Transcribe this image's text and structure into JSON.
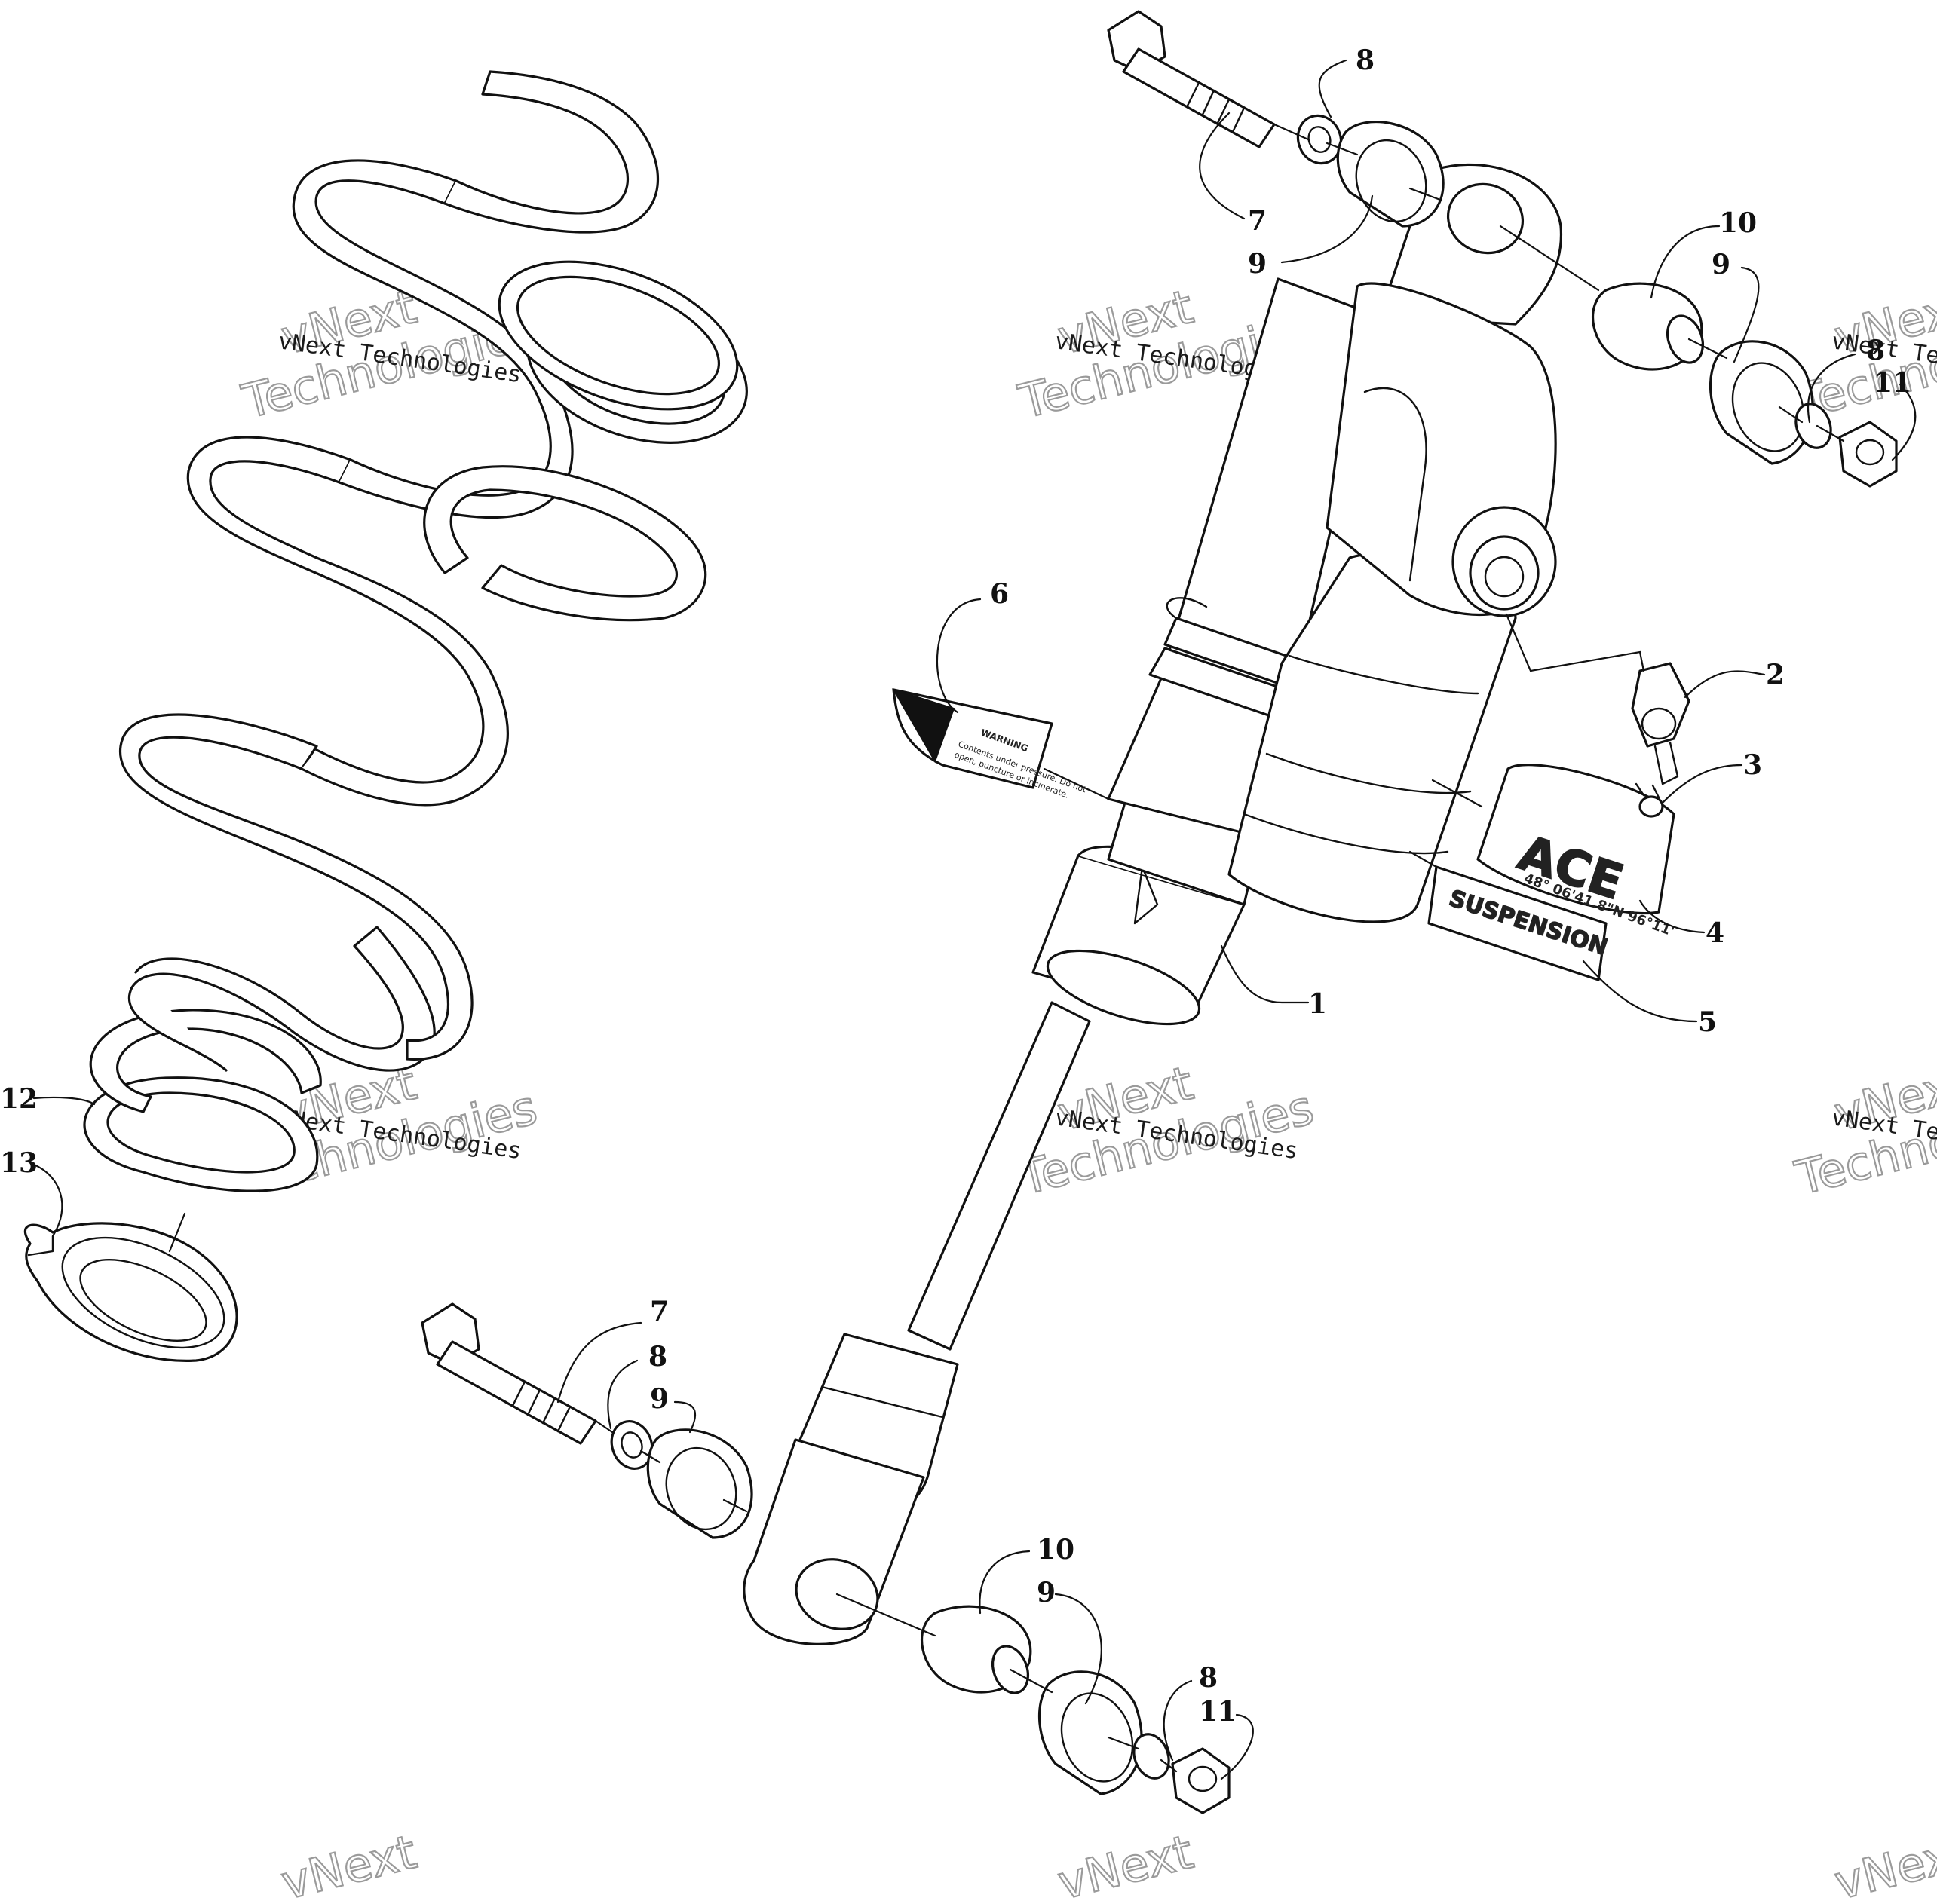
{
  "callouts": {
    "c1": "1",
    "c2": "2",
    "c3": "3",
    "c4": "4",
    "c5": "5",
    "c6": "6",
    "c7a": "7",
    "c7b": "7",
    "c8a": "8",
    "c8b": "8",
    "c8c": "8",
    "c8d": "8",
    "c9a": "9",
    "c9b": "9",
    "c9c": "9",
    "c9d": "9",
    "c10a": "10",
    "c10b": "10",
    "c11a": "11",
    "c11b": "11",
    "c12": "12",
    "c13": "13"
  },
  "watermark": {
    "brand": "vNext Technologies",
    "line1": "vNext",
    "line2": "Technologies"
  },
  "decals": {
    "ace_logo": "ACE",
    "coordinates": "48° 06'41.8\"N 96°11'",
    "suspension": "SUSPENSION",
    "warning_title": "WARNING",
    "warning_line1": "Contents under pressure. Do not",
    "warning_line2": "open, puncture or incinerate."
  },
  "colors": {
    "ink": "#111111",
    "watermark": "#9a9a9a",
    "background": "#ffffff"
  }
}
